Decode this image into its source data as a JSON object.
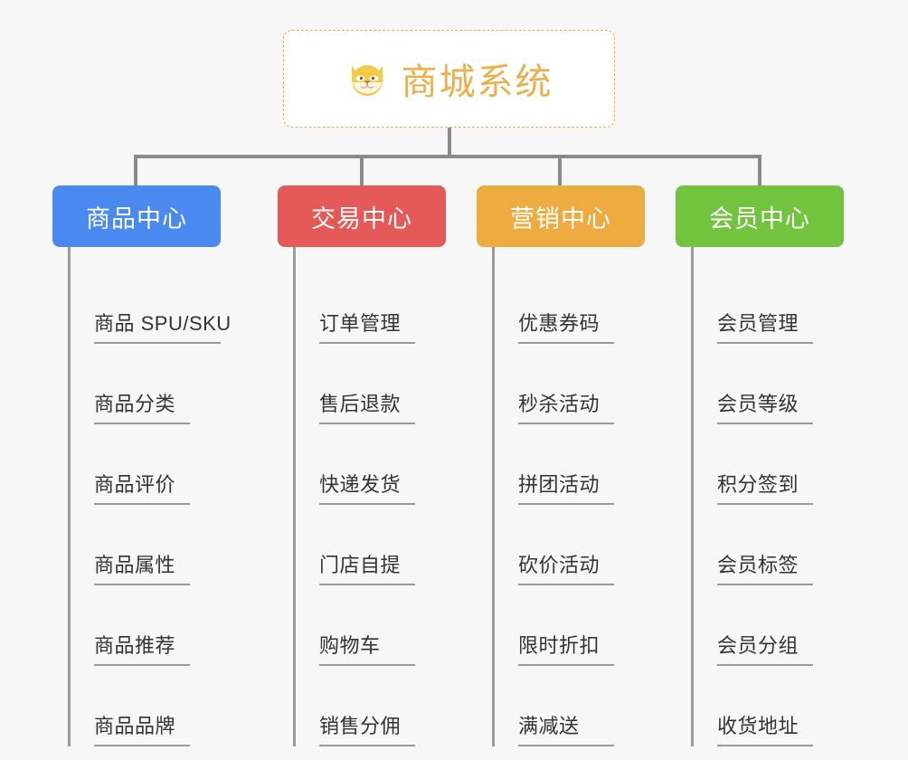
{
  "diagram": {
    "title": "商城系统",
    "root": {
      "label": "商城系统",
      "icon": "dog-face-icon",
      "border_color": "#eab04a",
      "text_color": "#eab04a",
      "background": "#ffffff"
    },
    "background_color": "#f7f7f7",
    "connector_color": "#8a8a8a",
    "leaf_line_color": "#9a9a9a",
    "leaf_text_color": "#333333",
    "categories": [
      {
        "label": "商品中心",
        "color": "#4a89f0",
        "items": [
          "商品 SPU/SKU",
          "商品分类",
          "商品评价",
          "商品属性",
          "商品推荐",
          "商品品牌"
        ]
      },
      {
        "label": "交易中心",
        "color": "#e55a59",
        "items": [
          "订单管理",
          "售后退款",
          "快递发货",
          "门店自提",
          "购物车",
          "销售分佣"
        ]
      },
      {
        "label": "营销中心",
        "color": "#eeab40",
        "items": [
          "优惠券码",
          "秒杀活动",
          "拼团活动",
          "砍价活动",
          "限时折扣",
          "满减送"
        ]
      },
      {
        "label": "会员中心",
        "color": "#72c43e",
        "items": [
          "会员管理",
          "会员等级",
          "积分签到",
          "会员标签",
          "会员分组",
          "收货地址"
        ]
      }
    ]
  }
}
